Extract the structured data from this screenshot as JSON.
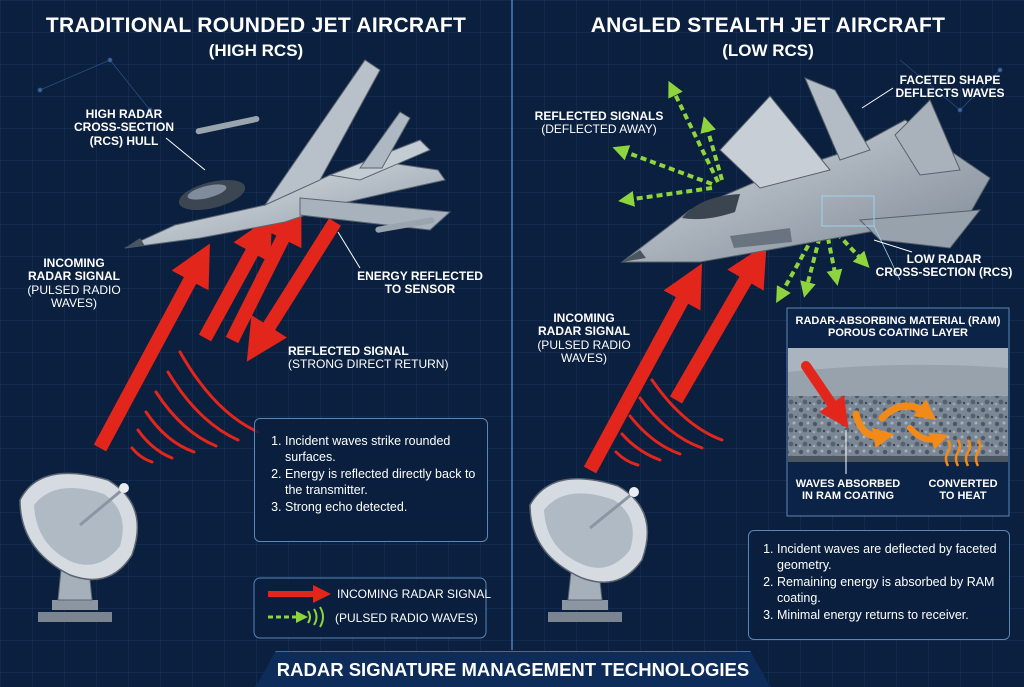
{
  "left": {
    "title": "TRADITIONAL ROUNDED JET AIRCRAFT",
    "subtitle": "(HIGH RCS)",
    "hull_label": [
      "HIGH RADAR",
      "CROSS-SECTION",
      "(RCS) HULL"
    ],
    "incoming_label": [
      "INCOMING",
      "RADAR SIGNAL"
    ],
    "incoming_sub": [
      "(PULSED RADIO",
      "WAVES)"
    ],
    "energy_label": [
      "ENERGY REFLECTED",
      "TO SENSOR"
    ],
    "reflected_label": "REFLECTED SIGNAL",
    "reflected_sub": "(STRONG DIRECT RETURN)",
    "steps": [
      "Incident waves strike rounded surfaces.",
      "Energy is reflected directly back to the transmitter.",
      "Strong echo detected."
    ],
    "legend": {
      "incoming": "INCOMING RADAR SIGNAL",
      "pulsed": "(PULSED RADIO WAVES)"
    }
  },
  "right": {
    "title": "ANGLED STEALTH JET AIRCRAFT",
    "subtitle": "(LOW RCS)",
    "faceted_label": [
      "FACETED SHAPE",
      "DEFLECTS WAVES"
    ],
    "reflected_label": "REFLECTED SIGNALS",
    "reflected_sub": "(DEFLECTED AWAY)",
    "low_rcs_label": [
      "LOW RADAR",
      "CROSS-SECTION (RCS)"
    ],
    "incoming_label": [
      "INCOMING",
      "RADAR SIGNAL"
    ],
    "incoming_sub": [
      "(PULSED RADIO",
      "WAVES)"
    ],
    "ram_title": [
      "RADAR-ABSORBING MATERIAL (RAM)",
      "POROUS COATING LAYER"
    ],
    "absorbed_label": [
      "WAVES ABSORBED",
      "IN RAM COATING"
    ],
    "heat_label": [
      "CONVERTED",
      "TO HEAT"
    ],
    "steps": [
      "Incident waves are deflected by faceted geometry.",
      "Remaining energy is absorbed by RAM coating.",
      "Minimal energy returns to receiver."
    ]
  },
  "footer": "RADAR SIGNATURE MANAGEMENT TECHNOLOGIES",
  "colors": {
    "background": "#0b1f3e",
    "incoming": "#e3261b",
    "deflected": "#8ed43c",
    "heat": "#f28a1a"
  }
}
